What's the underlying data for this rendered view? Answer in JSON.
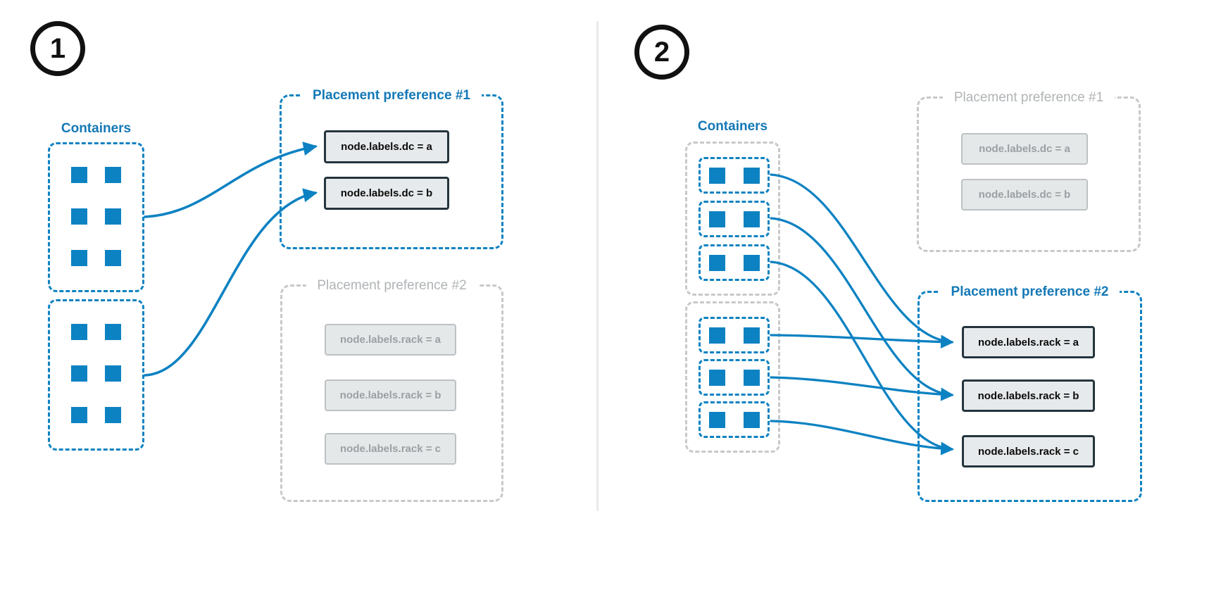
{
  "diagram": {
    "type": "docker-swarm-placement-preferences",
    "colors": {
      "accent_blue": "#0d82c2",
      "blue_text": "#1478b6",
      "dimmed_border": "#c6c9cb",
      "dimmed_text": "#b0b4b6",
      "dimmed_item_text": "#9aa0a4",
      "item_fill": "#e7eaec",
      "item_dark_border": "#25343d",
      "badge_border": "#111111",
      "divider": "#e9e9e9"
    }
  },
  "panel1": {
    "badge": "1",
    "containers_label": "Containers",
    "container_groups": 2,
    "containers_per_group": 6,
    "pref1": {
      "title": "Placement preference #1",
      "state": "active",
      "items": [
        "node.labels.dc = a",
        "node.labels.dc = b"
      ]
    },
    "pref2": {
      "title": "Placement preference #2",
      "state": "dimmed",
      "items": [
        "node.labels.rack = a",
        "node.labels.rack = b",
        "node.labels.rack = c"
      ]
    }
  },
  "panel2": {
    "badge": "2",
    "containers_label": "Containers",
    "container_groups": 2,
    "pairs_per_group": 3,
    "containers_per_pair": 2,
    "pref1": {
      "title": "Placement preference #1",
      "state": "dimmed",
      "items": [
        "node.labels.dc = a",
        "node.labels.dc = b"
      ]
    },
    "pref2": {
      "title": "Placement preference #2",
      "state": "active",
      "items": [
        "node.labels.rack = a",
        "node.labels.rack = b",
        "node.labels.rack = c"
      ]
    }
  }
}
